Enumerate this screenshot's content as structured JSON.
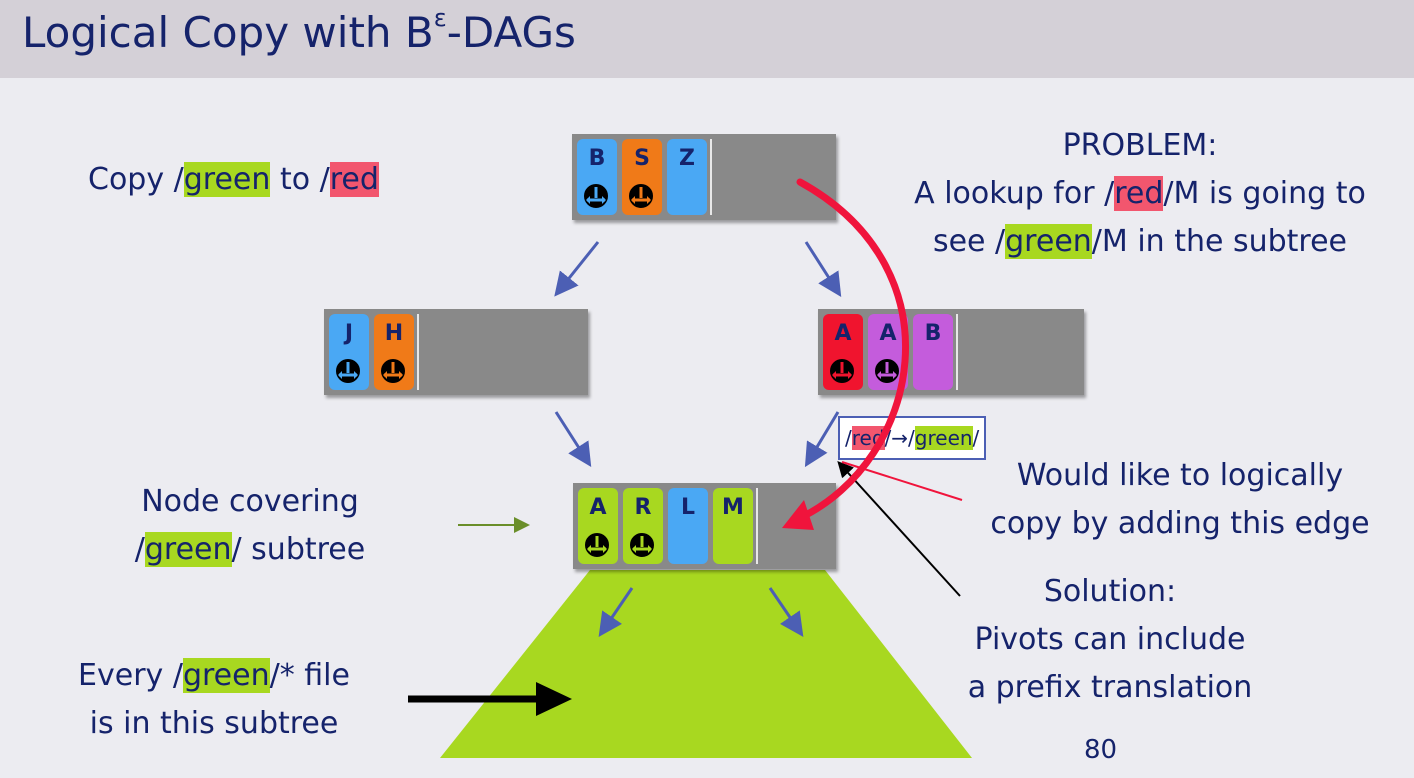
{
  "slide": {
    "title_main": "Logical Copy with B",
    "title_sup": "ε",
    "title_tail": "-DAGs",
    "page_number": "80"
  },
  "left_text": {
    "copy": {
      "pre": "Copy /",
      "green": "green",
      "mid": " to /",
      "red": "red"
    },
    "node_covering": {
      "line1": "Node covering",
      "line2_pre": "/",
      "line2_green": "green",
      "line2_post": "/ subtree"
    },
    "every": {
      "line1_pre": "Every /",
      "line1_green": "green",
      "line1_post": "/* file",
      "line2": "is in this subtree"
    }
  },
  "right_text": {
    "problem": {
      "line1": "PROBLEM:",
      "line2_pre": "A lookup for /",
      "line2_red": "red",
      "line2_post": "/M is going to",
      "line3_pre": "see /",
      "line3_green": "green",
      "line3_post": "/M in the subtree"
    },
    "would_like": {
      "line1": "Would like to logically",
      "line2": "copy by adding this edge"
    },
    "solution": {
      "line1": "Solution:",
      "line2": "Pivots can include",
      "line3": "a prefix translation"
    }
  },
  "edge_label": {
    "pre": "/",
    "red": "red",
    "mid": "/→/",
    "green": "green",
    "post": "/"
  },
  "nodes": {
    "root": [
      {
        "label": "B",
        "color": "#4aa8f4",
        "has_pointer": true
      },
      {
        "label": "S",
        "color": "#f07a18",
        "has_pointer": true
      },
      {
        "label": "Z",
        "color": "#4aa8f4",
        "has_pointer": false
      }
    ],
    "left": [
      {
        "label": "J",
        "color": "#4aa8f4",
        "has_pointer": true
      },
      {
        "label": "H",
        "color": "#f07a18",
        "has_pointer": true
      }
    ],
    "right": [
      {
        "label": "A",
        "color": "#f0142e",
        "has_pointer": true
      },
      {
        "label": "A",
        "color": "#c45cdc",
        "has_pointer": true
      },
      {
        "label": "B",
        "color": "#c45cdc",
        "has_pointer": false
      }
    ],
    "bottom": [
      {
        "label": "A",
        "color": "#a8d820",
        "has_pointer": true
      },
      {
        "label": "R",
        "color": "#a8d820",
        "has_pointer": true
      },
      {
        "label": "L",
        "color": "#4aa8f4",
        "has_pointer": false
      },
      {
        "label": "M",
        "color": "#a8d820",
        "has_pointer": false
      }
    ]
  },
  "colors": {
    "edge_arrow": "#4c5fb4",
    "red_arrow": "#f0143c",
    "subtree": "#a8d820",
    "title_text": "#15236b"
  }
}
